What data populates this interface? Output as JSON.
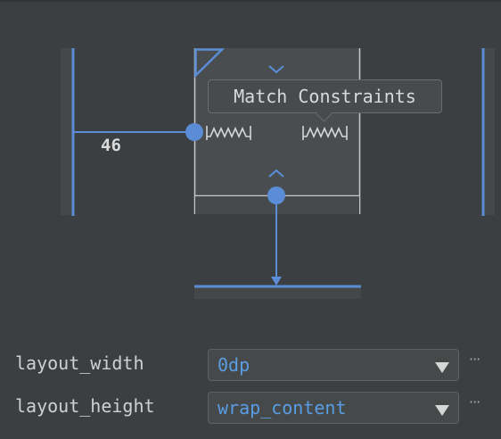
{
  "constraint_widget": {
    "tooltip": "Match Constraints",
    "left_margin": "46"
  },
  "attributes": [
    {
      "label": "layout_width",
      "value": "0dp",
      "more": "···"
    },
    {
      "label": "layout_height",
      "value": "wrap_content",
      "more": "···"
    }
  ],
  "colors": {
    "accent": "#5a8dd6",
    "value_text": "#5a9de4",
    "background": "#3c3f41"
  }
}
